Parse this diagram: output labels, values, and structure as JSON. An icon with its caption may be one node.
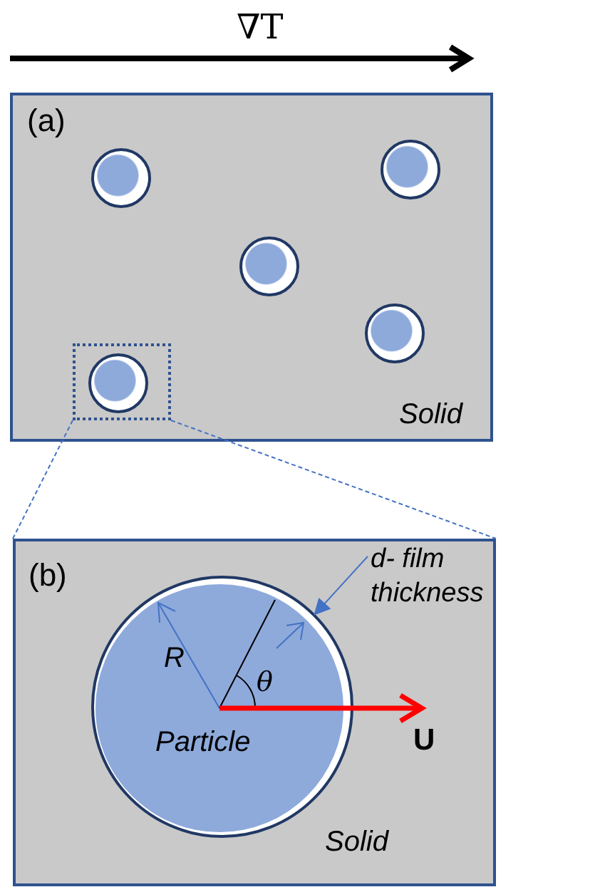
{
  "diagram": {
    "nodes": [
      {
        "text": [
          "(a)",
          "Solid"
        ]
      },
      {
        "text": [],
        "shape": "circle",
        "in": 0
      },
      {
        "text": [],
        "shape": "box",
        "in": 0
      },
      {
        "text": [],
        "shape": "circle",
        "in": 2
      },
      {
        "text": [],
        "shape": "circle",
        "in": 0
      },
      {
        "text": [],
        "shape": "circle",
        "in": 0
      },
      {
        "text": [],
        "shape": "circle",
        "in": 0
      },
      {
        "text": [
          "(b)",
          "Solid"
        ]
      },
      {
        "text": [],
        "shape": "circle",
        "in": 7
      },
      {
        "text": [
          "Particle"
        ],
        "in": 8
      },
      {
        "text": [
          "d- film thickness"
        ],
        "in": 7
      }
    ],
    "edges": [
      {
        "from": 2,
        "to": 7,
        "arrow": "none",
        "style": "dashed"
      },
      {
        "from": 2,
        "to": 7,
        "arrow": "none",
        "style": "dashed"
      },
      {
        "from": 10,
        "to": 8,
        "arrow": "to"
      }
    ],
    "labels": [
      "∇T",
      "R",
      "θ",
      "U"
    ]
  }
}
